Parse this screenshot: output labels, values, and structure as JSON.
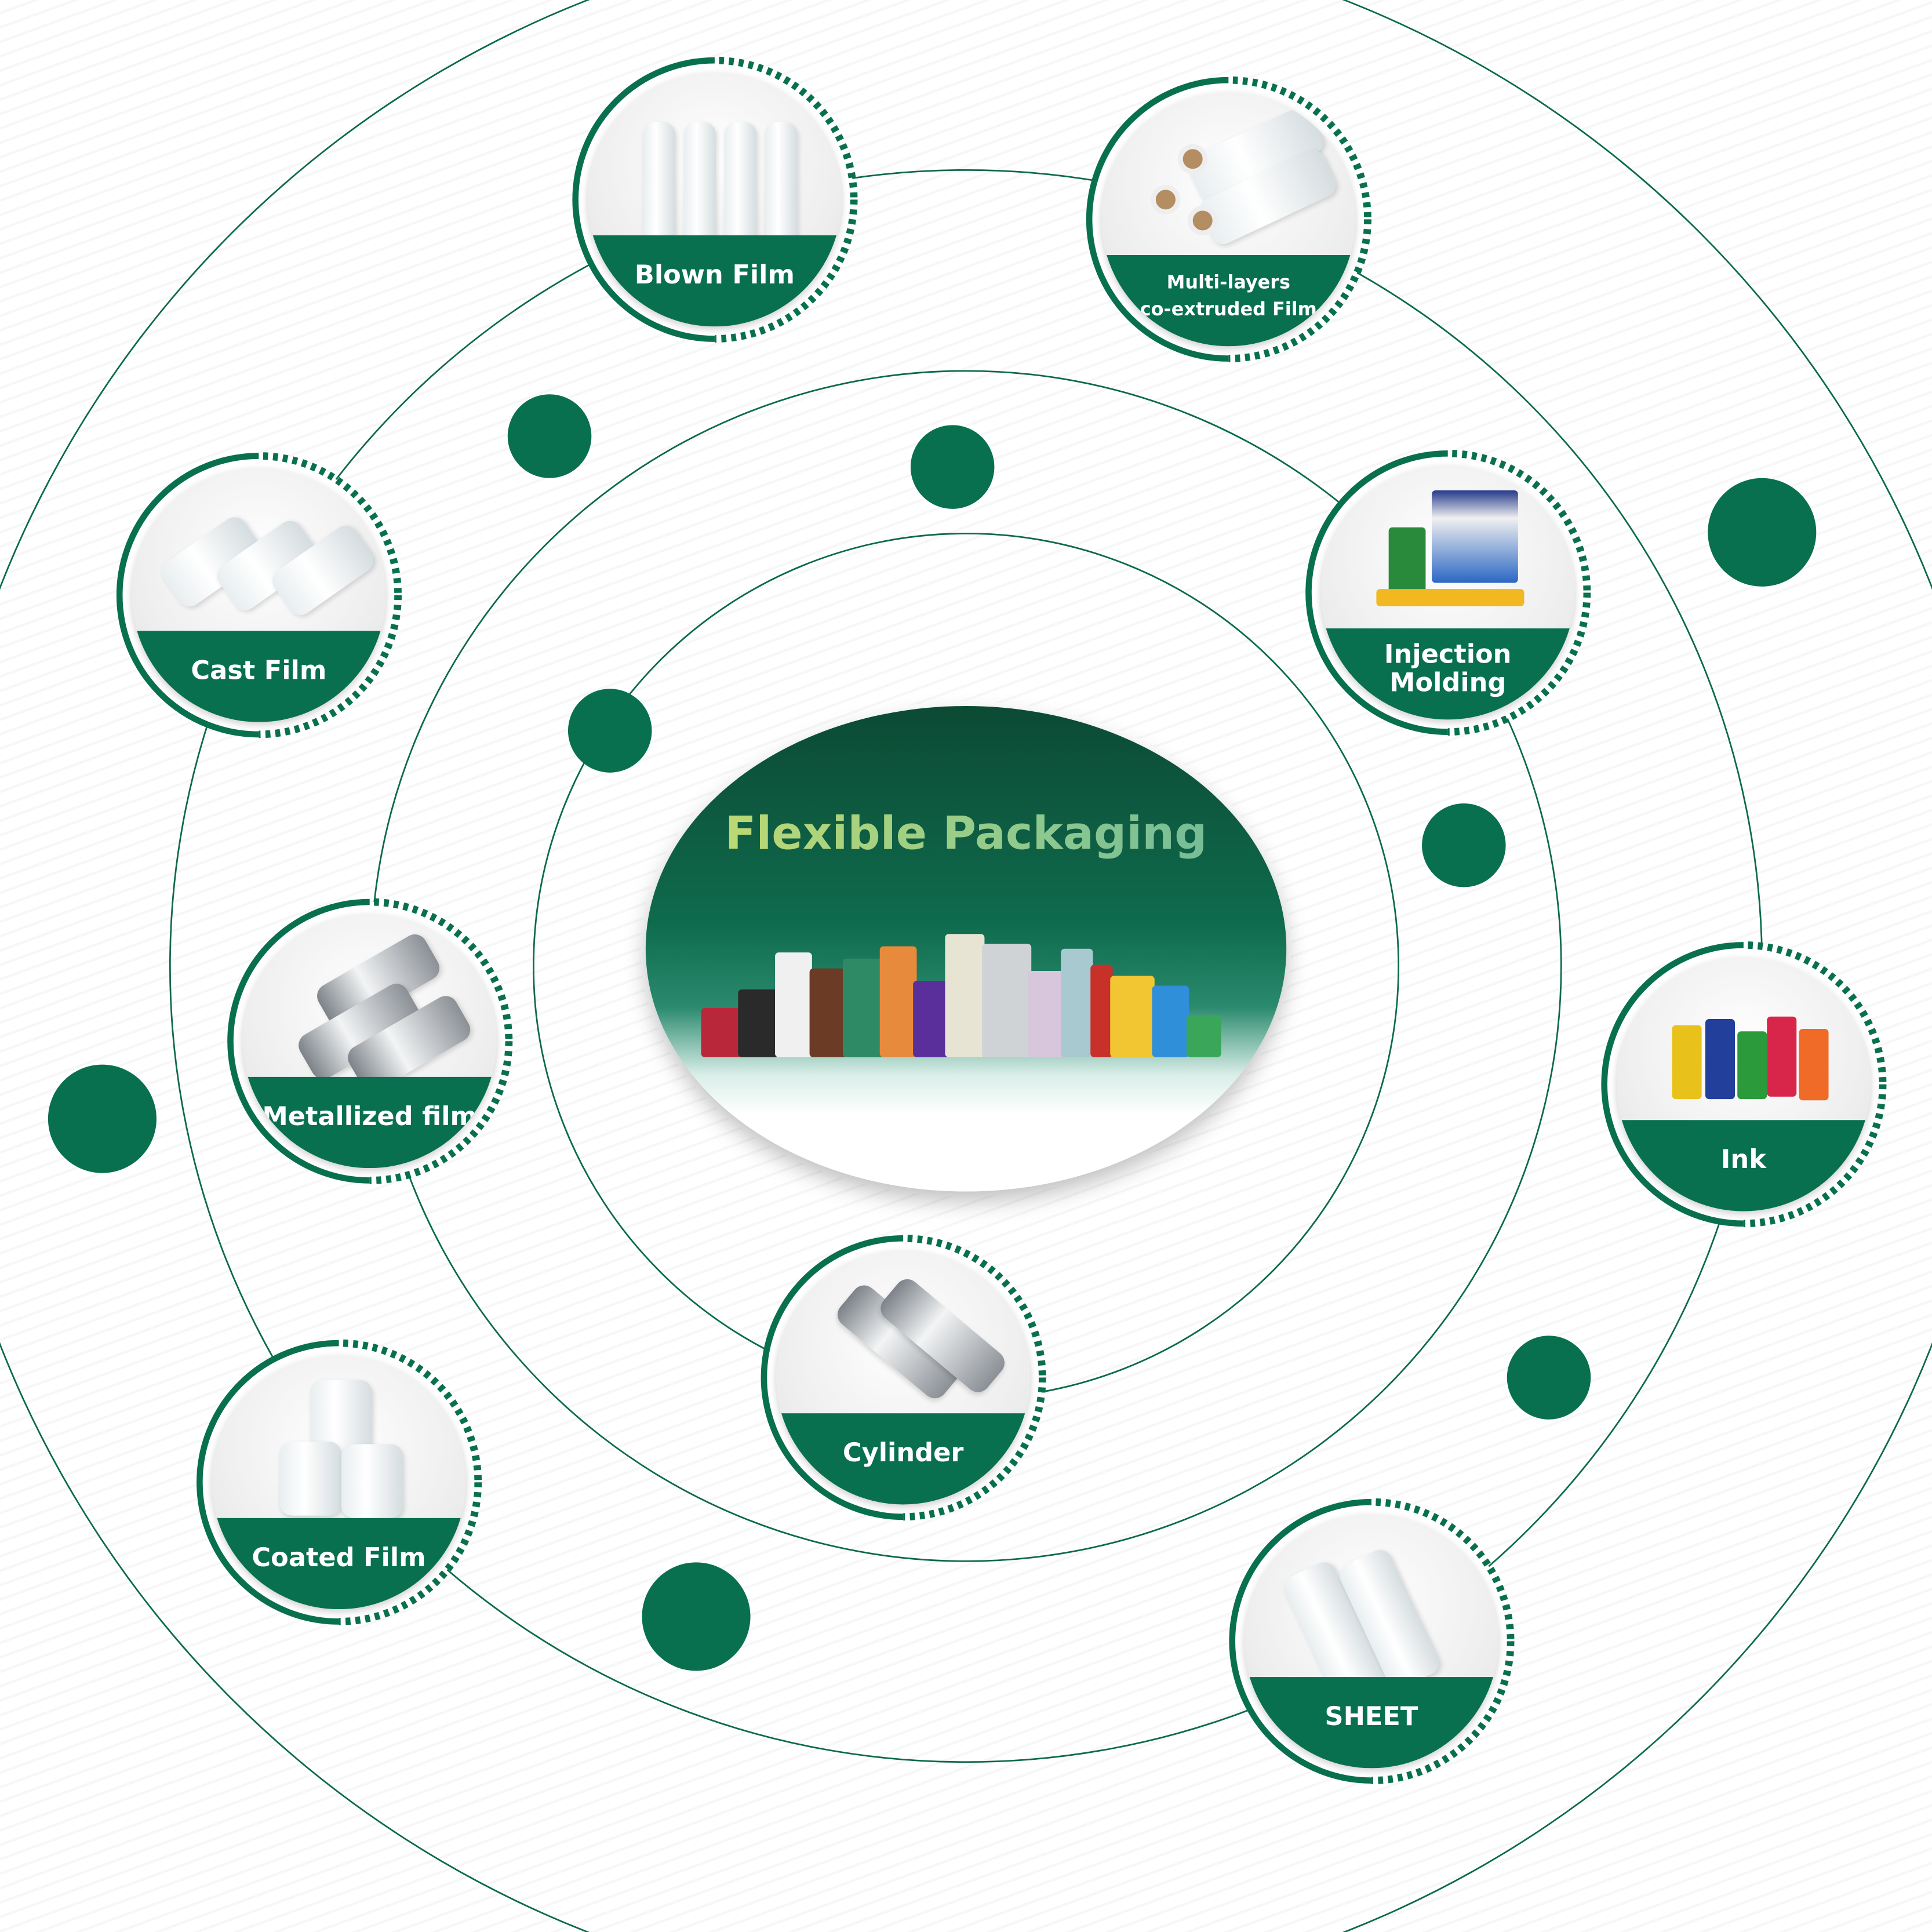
{
  "center": {
    "title": "Flexible Packaging"
  },
  "badges": [
    {
      "id": "blown-film",
      "lines": [
        "Blown Film"
      ]
    },
    {
      "id": "multi-layers",
      "lines": [
        "Multi-layers",
        "co-extruded Film"
      ]
    },
    {
      "id": "cast-film",
      "lines": [
        "Cast Film"
      ]
    },
    {
      "id": "injection-molding",
      "lines": [
        "Injection",
        "Molding"
      ]
    },
    {
      "id": "metallized-film",
      "lines": [
        "Metallized film"
      ]
    },
    {
      "id": "ink",
      "lines": [
        "Ink"
      ]
    },
    {
      "id": "cylinder",
      "lines": [
        "Cylinder"
      ]
    },
    {
      "id": "coated-film",
      "lines": [
        "Coated Film"
      ]
    },
    {
      "id": "sheet",
      "lines": [
        "SHEET"
      ]
    }
  ],
  "colors": {
    "brand_green": "#08704f",
    "ring_line": "#0b6a4c"
  }
}
